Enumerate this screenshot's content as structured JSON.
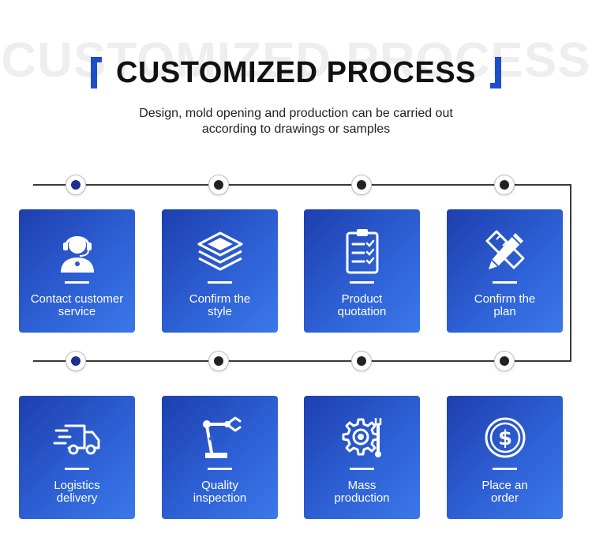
{
  "header": {
    "background_text": "CUSTOMIZED PROCESS",
    "title": "CUSTOMIZED PROCESS",
    "subtitle_line1": "Design, mold opening and production can be carried out",
    "subtitle_line2": "according to drawings or samples",
    "accent_color": "#1e4fc9"
  },
  "steps": [
    {
      "line1": "Contact customer",
      "line2": "service",
      "icon": "customer-service-headset-icon"
    },
    {
      "line1": "Confirm the",
      "line2": "style",
      "icon": "layers-icon"
    },
    {
      "line1": "Product",
      "line2": "quotation",
      "icon": "clipboard-checklist-icon"
    },
    {
      "line1": "Confirm the",
      "line2": "plan",
      "icon": "ruler-pencil-icon"
    },
    {
      "line1": "Logistics",
      "line2": "delivery",
      "icon": "delivery-truck-icon"
    },
    {
      "line1": "Quality",
      "line2": "inspection",
      "icon": "robotic-arm-icon"
    },
    {
      "line1": "Mass",
      "line2": "production",
      "icon": "gear-wrench-icon"
    },
    {
      "line1": "Place an",
      "line2": "order",
      "icon": "dollar-coin-icon"
    }
  ]
}
